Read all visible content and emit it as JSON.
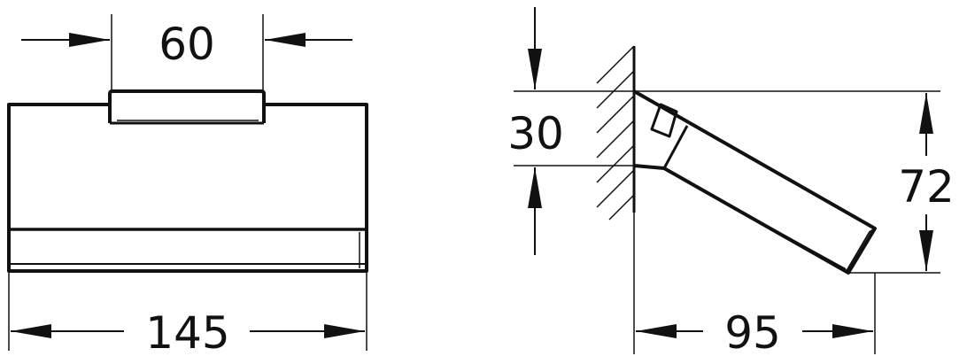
{
  "diagram": {
    "colors": {
      "line": "#111111",
      "background": "#ffffff"
    },
    "front_view": {
      "dimensions": {
        "top_width": "60",
        "overall_width": "145"
      }
    },
    "side_view": {
      "dimensions": {
        "mount_height": "30",
        "overall_height": "72",
        "projection_depth": "95"
      }
    }
  }
}
